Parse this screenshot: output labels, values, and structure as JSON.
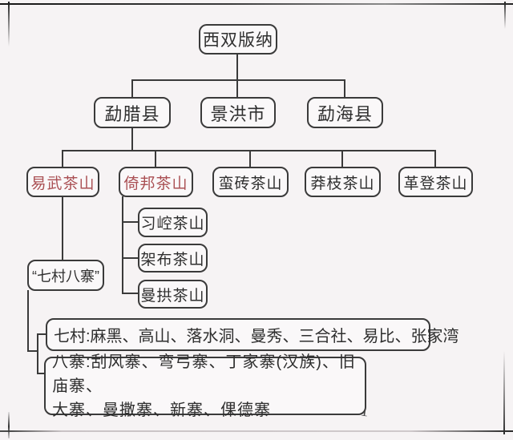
{
  "palette": {
    "background": "#f6f3f4",
    "line_color": "#3a3a3a",
    "text_color": "#2f2f2f",
    "highlight_red": "#aa5054"
  },
  "diagram": {
    "root": {
      "label": "西双版纳"
    },
    "level2": [
      {
        "label": "勐腊县"
      },
      {
        "label": "景洪市"
      },
      {
        "label": "勐海县"
      }
    ],
    "level3": [
      {
        "label": "易武茶山",
        "highlight": true
      },
      {
        "label": "倚邦茶山",
        "highlight": true
      },
      {
        "label": "蛮砖茶山",
        "highlight": false
      },
      {
        "label": "莽枝茶山",
        "highlight": false
      },
      {
        "label": "革登茶山",
        "highlight": false
      }
    ],
    "yibang_children": [
      {
        "label": "习崆茶山"
      },
      {
        "label": "架布茶山"
      },
      {
        "label": "曼拱茶山"
      }
    ],
    "yiwu_child": {
      "label": "“七村八寨”"
    },
    "seven_villages": {
      "label": "七村:麻黑、高山、落水洞、曼秀、三合社、易比、张家湾"
    },
    "eight_villages": {
      "line1": "八寨:刮风寨、弯弓寨、丁家寨(汉族)、旧庙寨、",
      "line2": "大寨、曼撒寨、新寨、倮德寨"
    },
    "corner_mark": "1"
  }
}
